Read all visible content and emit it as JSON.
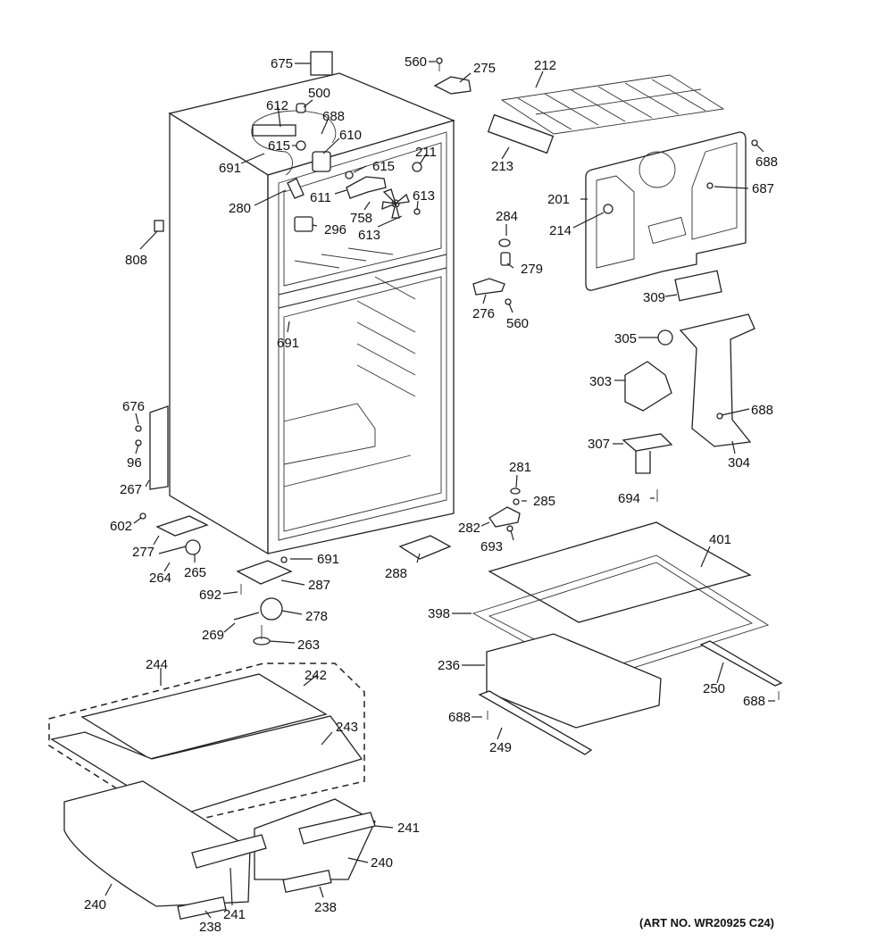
{
  "title": "Refrigerator Cabinet Parts Diagram",
  "art_number": "(ART NO. WR20925 C24)",
  "callouts": {
    "c675": "675",
    "c560a": "560",
    "c275": "275",
    "c212": "212",
    "c500": "500",
    "c612": "612",
    "c688a": "688",
    "c610": "610",
    "c615a": "615",
    "c691a": "691",
    "c615b": "615",
    "c211": "211",
    "c213": "213",
    "c688b": "688",
    "c201": "201",
    "c687": "687",
    "c280": "280",
    "c611": "611",
    "c613a": "613",
    "c758": "758",
    "c296": "296",
    "c613b": "613",
    "c284": "284",
    "c214": "214",
    "c808": "808",
    "c279": "279",
    "c276": "276",
    "c560b": "560",
    "c309": "309",
    "c691b": "691",
    "c305": "305",
    "c303": "303",
    "c688c": "688",
    "c676": "676",
    "c96": "96",
    "c307": "307",
    "c304": "304",
    "c267": "267",
    "c281": "281",
    "c694": "694",
    "c285": "285",
    "c602": "602",
    "c282": "282",
    "c693": "693",
    "c401": "401",
    "c277": "277",
    "c691c": "691",
    "c288": "288",
    "c265": "265",
    "c264": "264",
    "c287": "287",
    "c692": "692",
    "c398": "398",
    "c278": "278",
    "c269": "269",
    "c263": "263",
    "c236": "236",
    "c250": "250",
    "c244": "244",
    "c242": "242",
    "c688d": "688",
    "c688e": "688",
    "c243": "243",
    "c249": "249",
    "c241a": "241",
    "c240a": "240",
    "c240b": "240",
    "c241b": "241",
    "c238a": "238",
    "c238b": "238"
  }
}
